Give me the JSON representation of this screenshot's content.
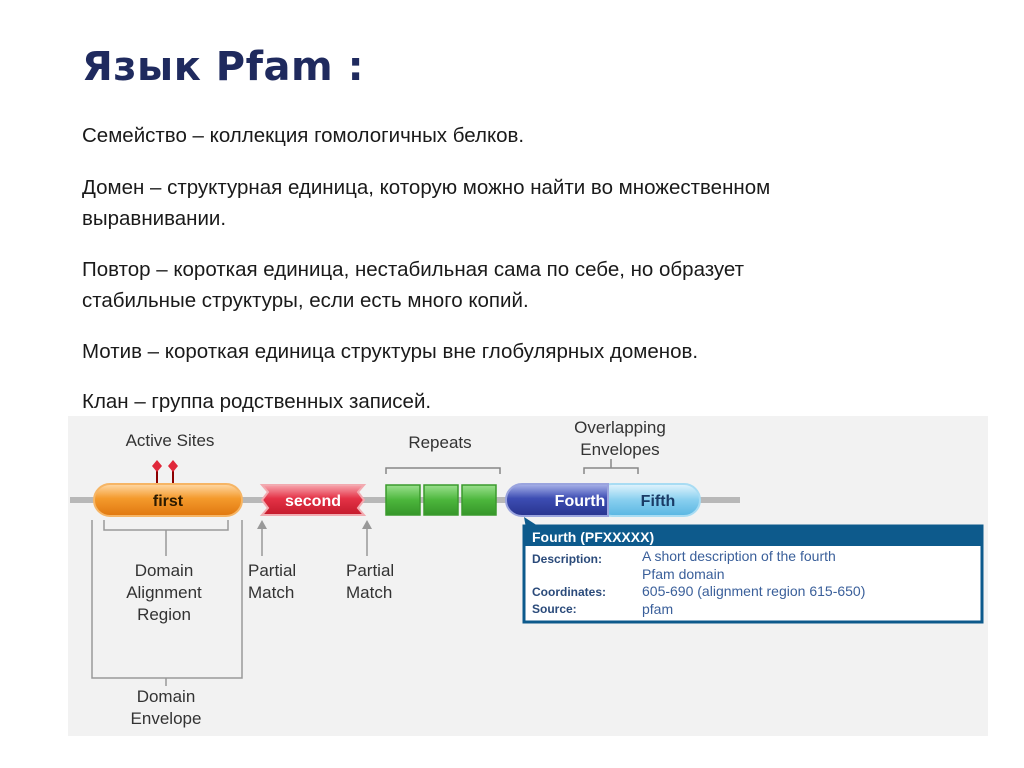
{
  "slide": {
    "title": "Язык Pfam :",
    "paragraphs": [
      {
        "line1": "Семейство –  коллекция гомологичных белков."
      },
      {
        "line1": "Домен – структурная единица, которую можно найти во множественном",
        "line2": "выравнивании."
      },
      {
        "line1": "Повтор – короткая единица,  нестабильная сама по себе, но образует",
        "line2": "стабильные структуры, если есть много копий."
      },
      {
        "line1": "Мотив – короткая единица структуры вне глобулярных доменов."
      },
      {
        "line1": "Клан – группа родственных записей."
      }
    ]
  },
  "diagram": {
    "labels": {
      "active_sites": "Active Sites",
      "repeats": "Repeats",
      "overlapping_line1": "Overlapping",
      "overlapping_line2": "Envelopes",
      "domain_alignment_line1": "Domain",
      "domain_alignment_line2": "Alignment",
      "domain_alignment_line3": "Region",
      "partial_match_a_line1": "Partial",
      "partial_match_a_line2": "Match",
      "partial_match_b_line1": "Partial",
      "partial_match_b_line2": "Match",
      "domain_envelope_line1": "Domain",
      "domain_envelope_line2": "Envelope"
    },
    "domains": {
      "first": "first",
      "second": "second",
      "fourth": "Fourth",
      "fifth": "Fifth"
    },
    "tooltip": {
      "header": "Fourth (PFXXXXX)",
      "description_label": "Description:",
      "description_line1": "A short description of the fourth",
      "description_line2": "Pfam domain",
      "coordinates_label": "Coordinates:",
      "coordinates_value": "605-690 (alignment region 615-650)",
      "source_label": "Source:",
      "source_value": "pfam"
    },
    "colors": {
      "first": "#f08a1c",
      "second": "#e0283a",
      "repeats": "#49b53a",
      "fourth": "#3344a8",
      "fifth": "#56b7e6",
      "tooltip_header": "#0d5a8c"
    }
  }
}
